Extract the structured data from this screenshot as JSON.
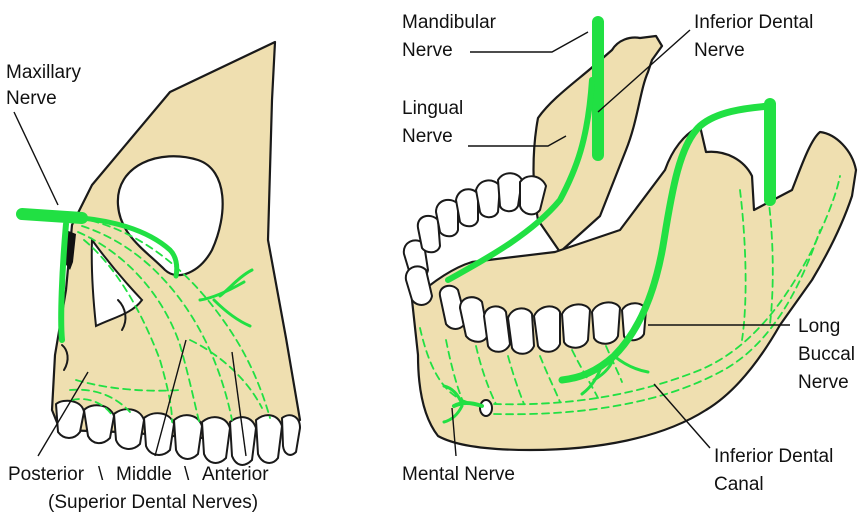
{
  "colors": {
    "bone": "#efdfb0",
    "nerve": "#21e043",
    "outline": "#1a1a1a",
    "label": "#111111",
    "background": "#ffffff"
  },
  "maxilla": {
    "labels": {
      "maxillary_line1": "Maxillary",
      "maxillary_line2": "Nerve",
      "posterior": "Posterior",
      "sep1": "\\",
      "middle": "Middle",
      "sep2": "\\",
      "anterior": "Anterior",
      "superior_dental": "(Superior Dental Nerves)"
    }
  },
  "mandible": {
    "labels": {
      "mandibular_line1": "Mandibular",
      "mandibular_line2": "Nerve",
      "inferior_dental_line1": "Inferior Dental",
      "inferior_dental_line2": "Nerve",
      "lingual_line1": "Lingual",
      "lingual_line2": "Nerve",
      "long_buccal_line1": "Long",
      "long_buccal_line2": "Buccal",
      "long_buccal_line3": "Nerve",
      "inferior_canal_line1": "Inferior Dental",
      "inferior_canal_line2": "Canal",
      "mental": "Mental Nerve"
    }
  }
}
